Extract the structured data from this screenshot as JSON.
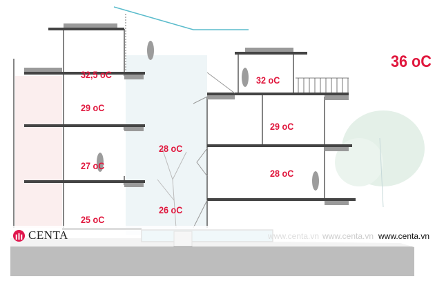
{
  "temperatures": {
    "outdoor": "36 oC",
    "left_top": "32,5 oC",
    "left_second": "29 oC",
    "left_third": "27 oC",
    "left_ground": "25 oC",
    "void_upper": "28 oC",
    "void_lower": "26 oC",
    "right_top": "32 oC",
    "right_middle": "29 oC",
    "right_lower": "28 oC"
  },
  "branding": {
    "logo_text": "CENTA",
    "watermark_faint_1": "www.centa.vn",
    "watermark_faint_2": "www.centa.vn",
    "watermark": "www.centa.vn"
  },
  "colors": {
    "temperature": "#e0173d",
    "glass": "#5bbccc",
    "pool": "#a9d6e0",
    "ground": "#bdbdbd"
  }
}
